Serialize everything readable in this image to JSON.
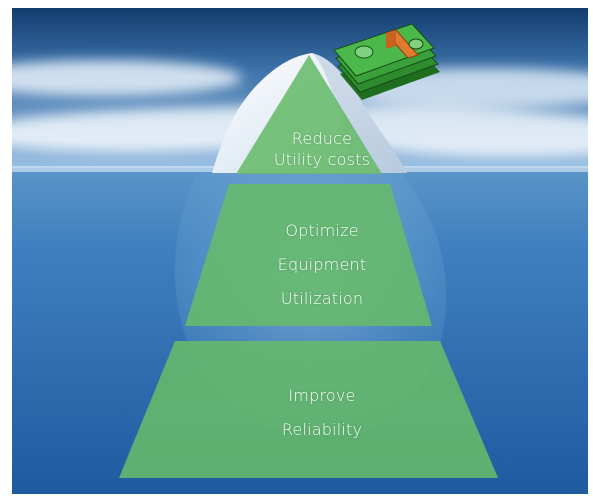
{
  "pyramid": {
    "tiers": [
      {
        "lines": [
          "Reduce",
          "Utility costs"
        ]
      },
      {
        "lines": [
          "Optimize",
          "Equipment",
          "Utilization"
        ]
      },
      {
        "lines": [
          "Improve",
          "Reliability"
        ]
      }
    ]
  },
  "illustration": {
    "background": "iceberg-in-ocean",
    "icon": "money-stack-icon"
  },
  "colors": {
    "tier_fill": "#66bb6a",
    "sky_top": "#123c6e",
    "sea_surface": "#5b95c8",
    "sea_deep": "#1f5aa0",
    "money_green": "#2e8b2e",
    "money_band": "#e07a2e"
  }
}
